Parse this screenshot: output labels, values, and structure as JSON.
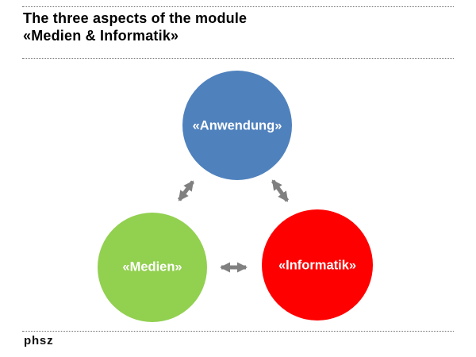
{
  "header": {
    "title_line1": "The three aspects of the module",
    "title_line2": "«Medien & Informatik»"
  },
  "footer": {
    "logo_text": "phsz"
  },
  "diagram": {
    "type": "venn-like triad diagram",
    "label_color": "#ffffff",
    "arrow_color": "#808080",
    "rule_color": "#6e6e6e",
    "nodes": [
      {
        "id": "anwendung",
        "label": "«Anwendung»",
        "color": "#4f81bd"
      },
      {
        "id": "medien",
        "label": "«Medien»",
        "color": "#92d050"
      },
      {
        "id": "informatik",
        "label": "«Informatik»",
        "color": "#ff0000"
      }
    ],
    "connections": [
      {
        "from": "anwendung",
        "to": "medien",
        "bidirectional": true
      },
      {
        "from": "anwendung",
        "to": "informatik",
        "bidirectional": true
      },
      {
        "from": "medien",
        "to": "informatik",
        "bidirectional": true
      }
    ]
  }
}
